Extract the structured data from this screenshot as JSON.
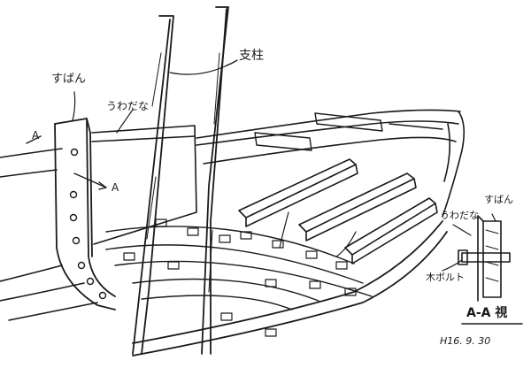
{
  "labels": {
    "support_post": "支柱",
    "suban": "すばん",
    "umadana": "うわだな",
    "marker_a": "A",
    "detail_suban": "すばん",
    "detail_umadana": "うわだな",
    "wooden_bolt": "木ボルト",
    "section_title": "A-A 視",
    "date": "H16. 9. 30"
  },
  "colors": {
    "ink": "#1a1a1a",
    "paper": "#ffffff"
  }
}
